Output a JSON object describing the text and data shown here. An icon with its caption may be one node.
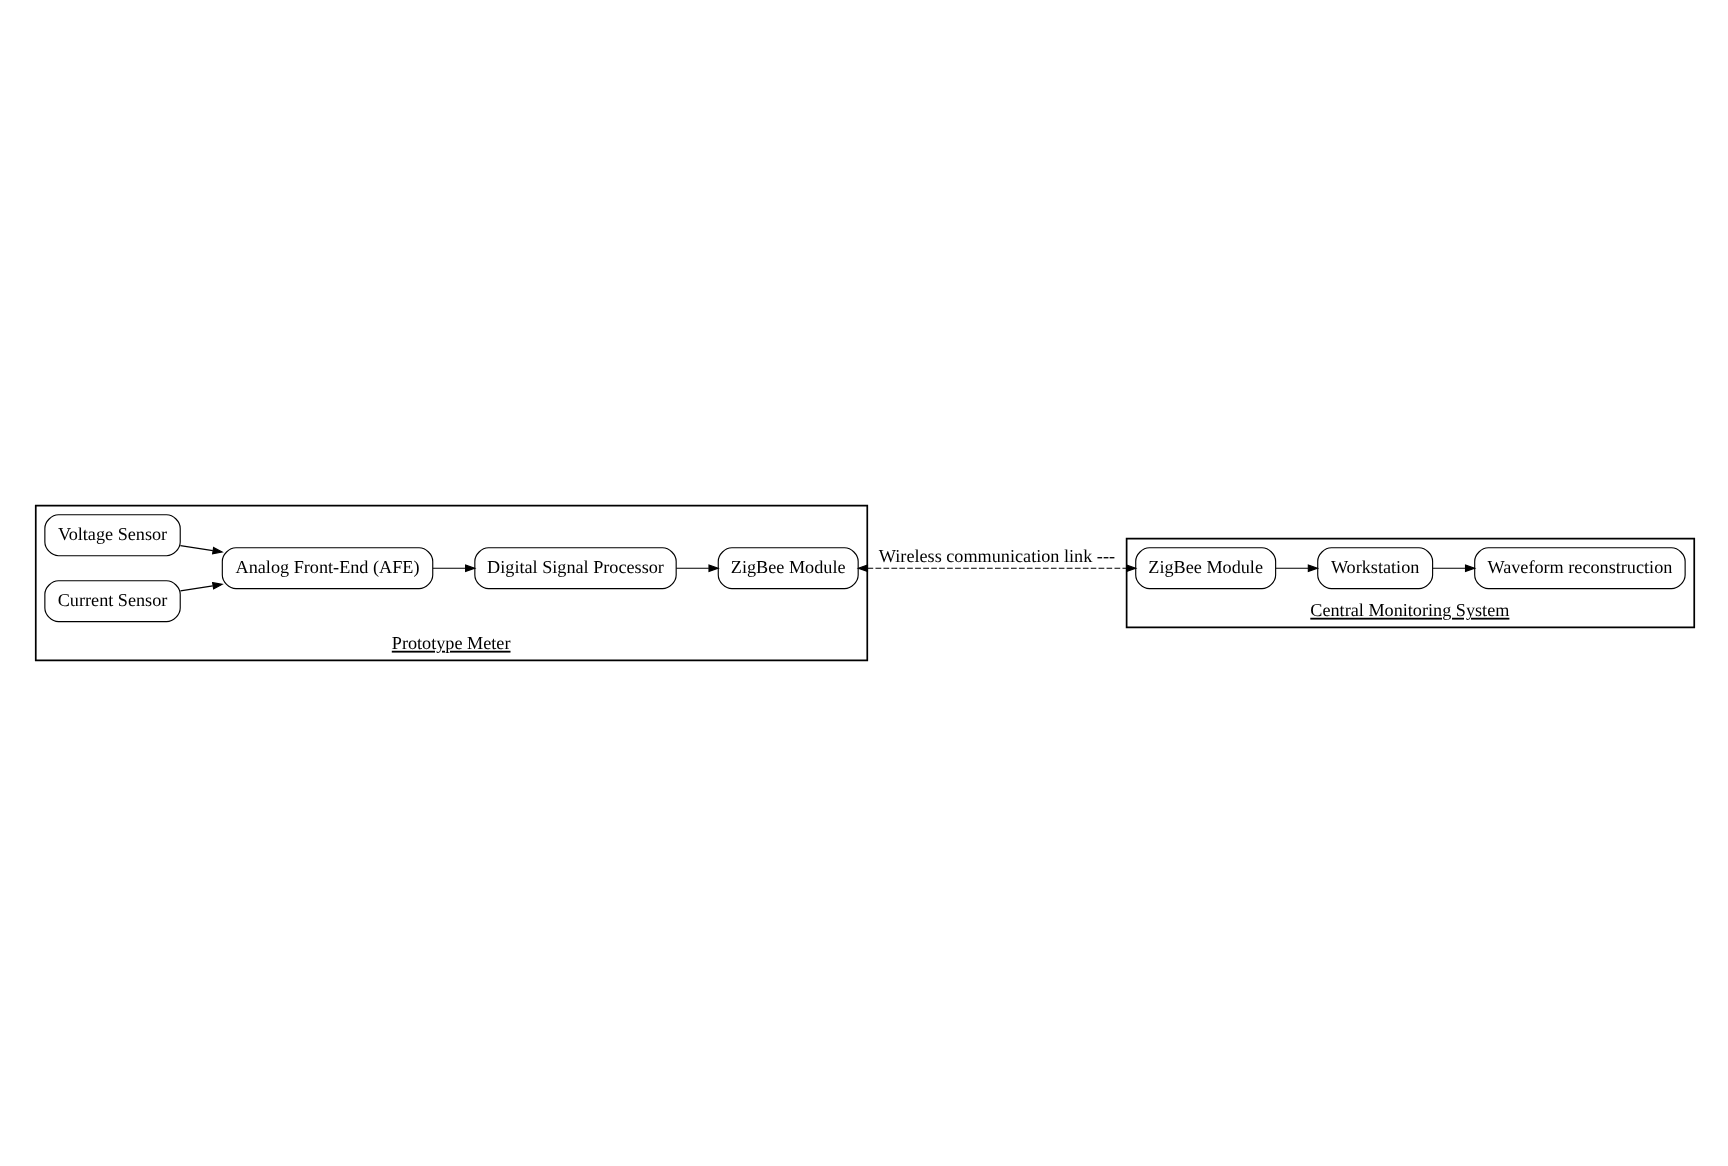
{
  "diagram": {
    "nodes": [
      {
        "text": [
          "Prototype Meter"
        ]
      },
      {
        "text": [
          "Voltage Sensor"
        ],
        "in": 0
      },
      {
        "text": [
          "Current Sensor"
        ],
        "in": 0
      },
      {
        "text": [
          "Analog Front-End (AFE)"
        ],
        "in": 0
      },
      {
        "text": [
          "Digital Signal Processor"
        ],
        "in": 0
      },
      {
        "text": [
          "ZigBee Module"
        ],
        "in": 0
      },
      {
        "text": [
          "Central Monitoring System"
        ]
      },
      {
        "text": [
          "Waveform reconstruction"
        ],
        "in": 6
      },
      {
        "text": [
          "Workstation"
        ],
        "in": 6
      },
      {
        "text": [
          "ZigBee Module"
        ],
        "in": 6
      }
    ],
    "edges": [
      {
        "from": 1,
        "to": 3,
        "arrow": "to"
      },
      {
        "from": 2,
        "to": 3,
        "arrow": "to"
      },
      {
        "from": 3,
        "to": 4,
        "arrow": "to"
      },
      {
        "from": 4,
        "to": 5,
        "arrow": "to"
      },
      {
        "from": 5,
        "to": 9,
        "arrow": "both",
        "style": "dashed",
        "label": "Wireless communication link ---"
      },
      {
        "from": 9,
        "to": 8,
        "arrow": "to"
      },
      {
        "from": 8,
        "to": 7,
        "arrow": "to"
      }
    ]
  }
}
